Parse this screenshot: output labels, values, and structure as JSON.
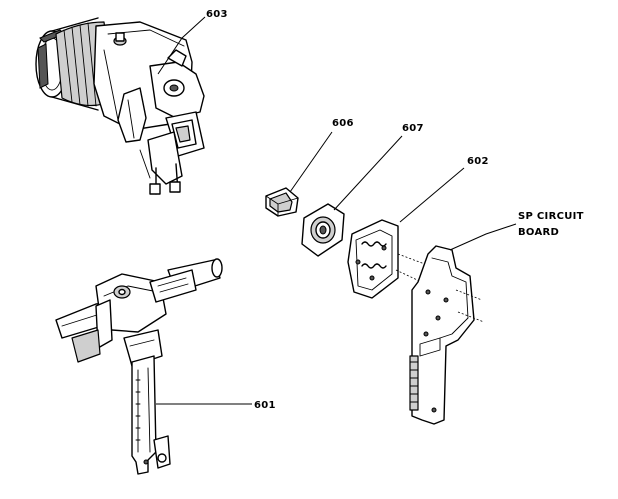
{
  "diagram": {
    "labels": {
      "part_603": "603",
      "part_606": "606",
      "part_607": "607",
      "part_602": "602",
      "part_601": "601",
      "sp_board_line1": "SP CIRCUIT",
      "sp_board_line2": "BOARD"
    }
  }
}
